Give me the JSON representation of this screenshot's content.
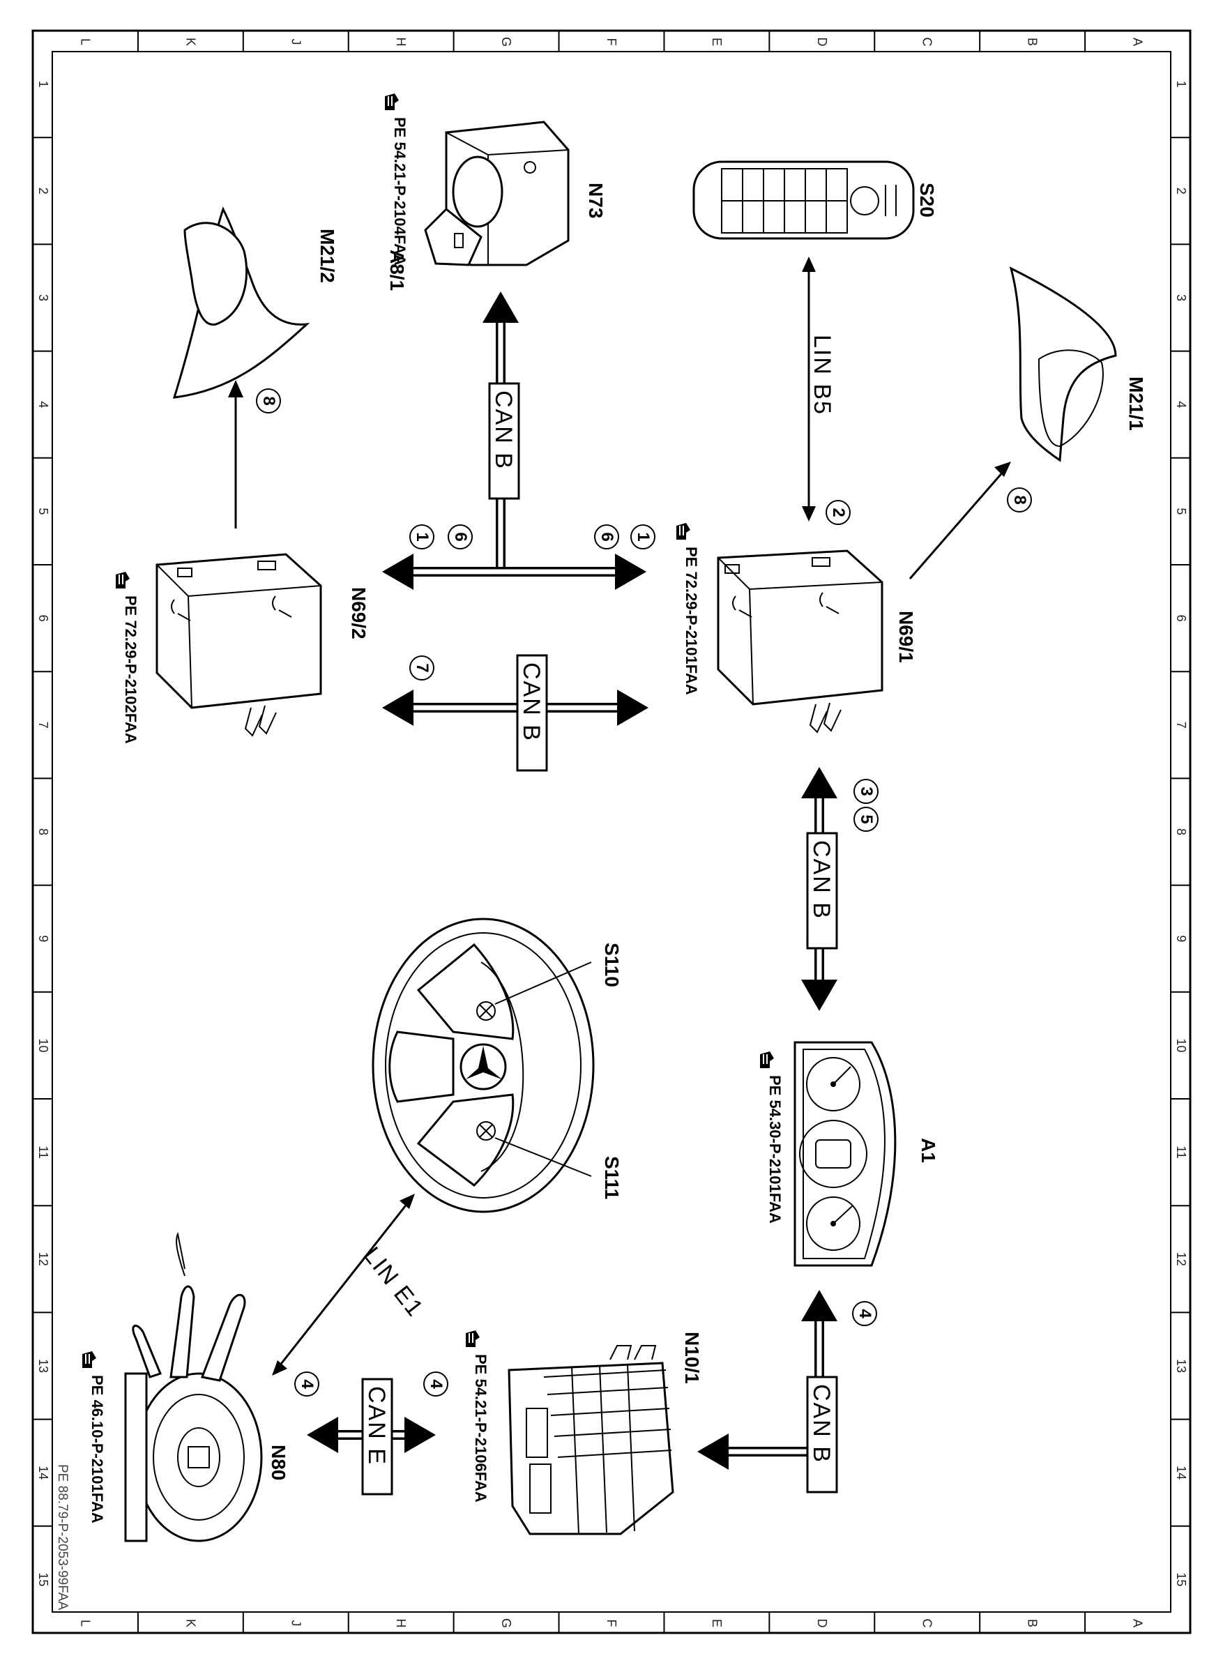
{
  "grid": {
    "columns": [
      "L",
      "K",
      "J",
      "H",
      "G",
      "F",
      "E",
      "D",
      "C",
      "B",
      "A"
    ],
    "rows": [
      "1",
      "2",
      "3",
      "4",
      "5",
      "6",
      "7",
      "8",
      "9",
      "10",
      "11",
      "12",
      "13",
      "14",
      "15"
    ]
  },
  "components": {
    "s20": "S20",
    "n73": "N73",
    "a8_1": "A8/1",
    "m21_1": "M21/1",
    "m21_2": "M21/2",
    "n69_1": "N69/1",
    "n69_2": "N69/2",
    "a1": "A1",
    "s110": "S110",
    "s111": "S111",
    "n10_1": "N10/1",
    "n80": "N80"
  },
  "references": {
    "n73": "PE 54.21-P-2104FAA",
    "n69_1": "PE 72.29-P-2101FAA",
    "n69_2": "PE 72.29-P-2102FAA",
    "a1": "PE 54.30-P-2101FAA",
    "n10_1": "PE 54.21-P-2106FAA",
    "n80": "PE 46.10-P-2101FAA"
  },
  "buses": {
    "can_b": "CAN B",
    "can_e": "CAN E",
    "lin_b5": "LIN B5",
    "lin_e1": "LIN E1"
  },
  "steps": {
    "one": "1",
    "two": "2",
    "three": "3",
    "four": "4",
    "five": "5",
    "six": "6",
    "seven": "7",
    "eight": "8"
  },
  "document_id": "PE 88.79-P-2053-99FAA",
  "icons": [
    "pointing-hand-icon",
    "mirror-icon",
    "control-unit-icon",
    "ignition-switch-icon",
    "switch-panel-icon",
    "instrument-cluster-icon",
    "steering-wheel-icon",
    "sam-module-icon",
    "steering-column-module-icon"
  ]
}
